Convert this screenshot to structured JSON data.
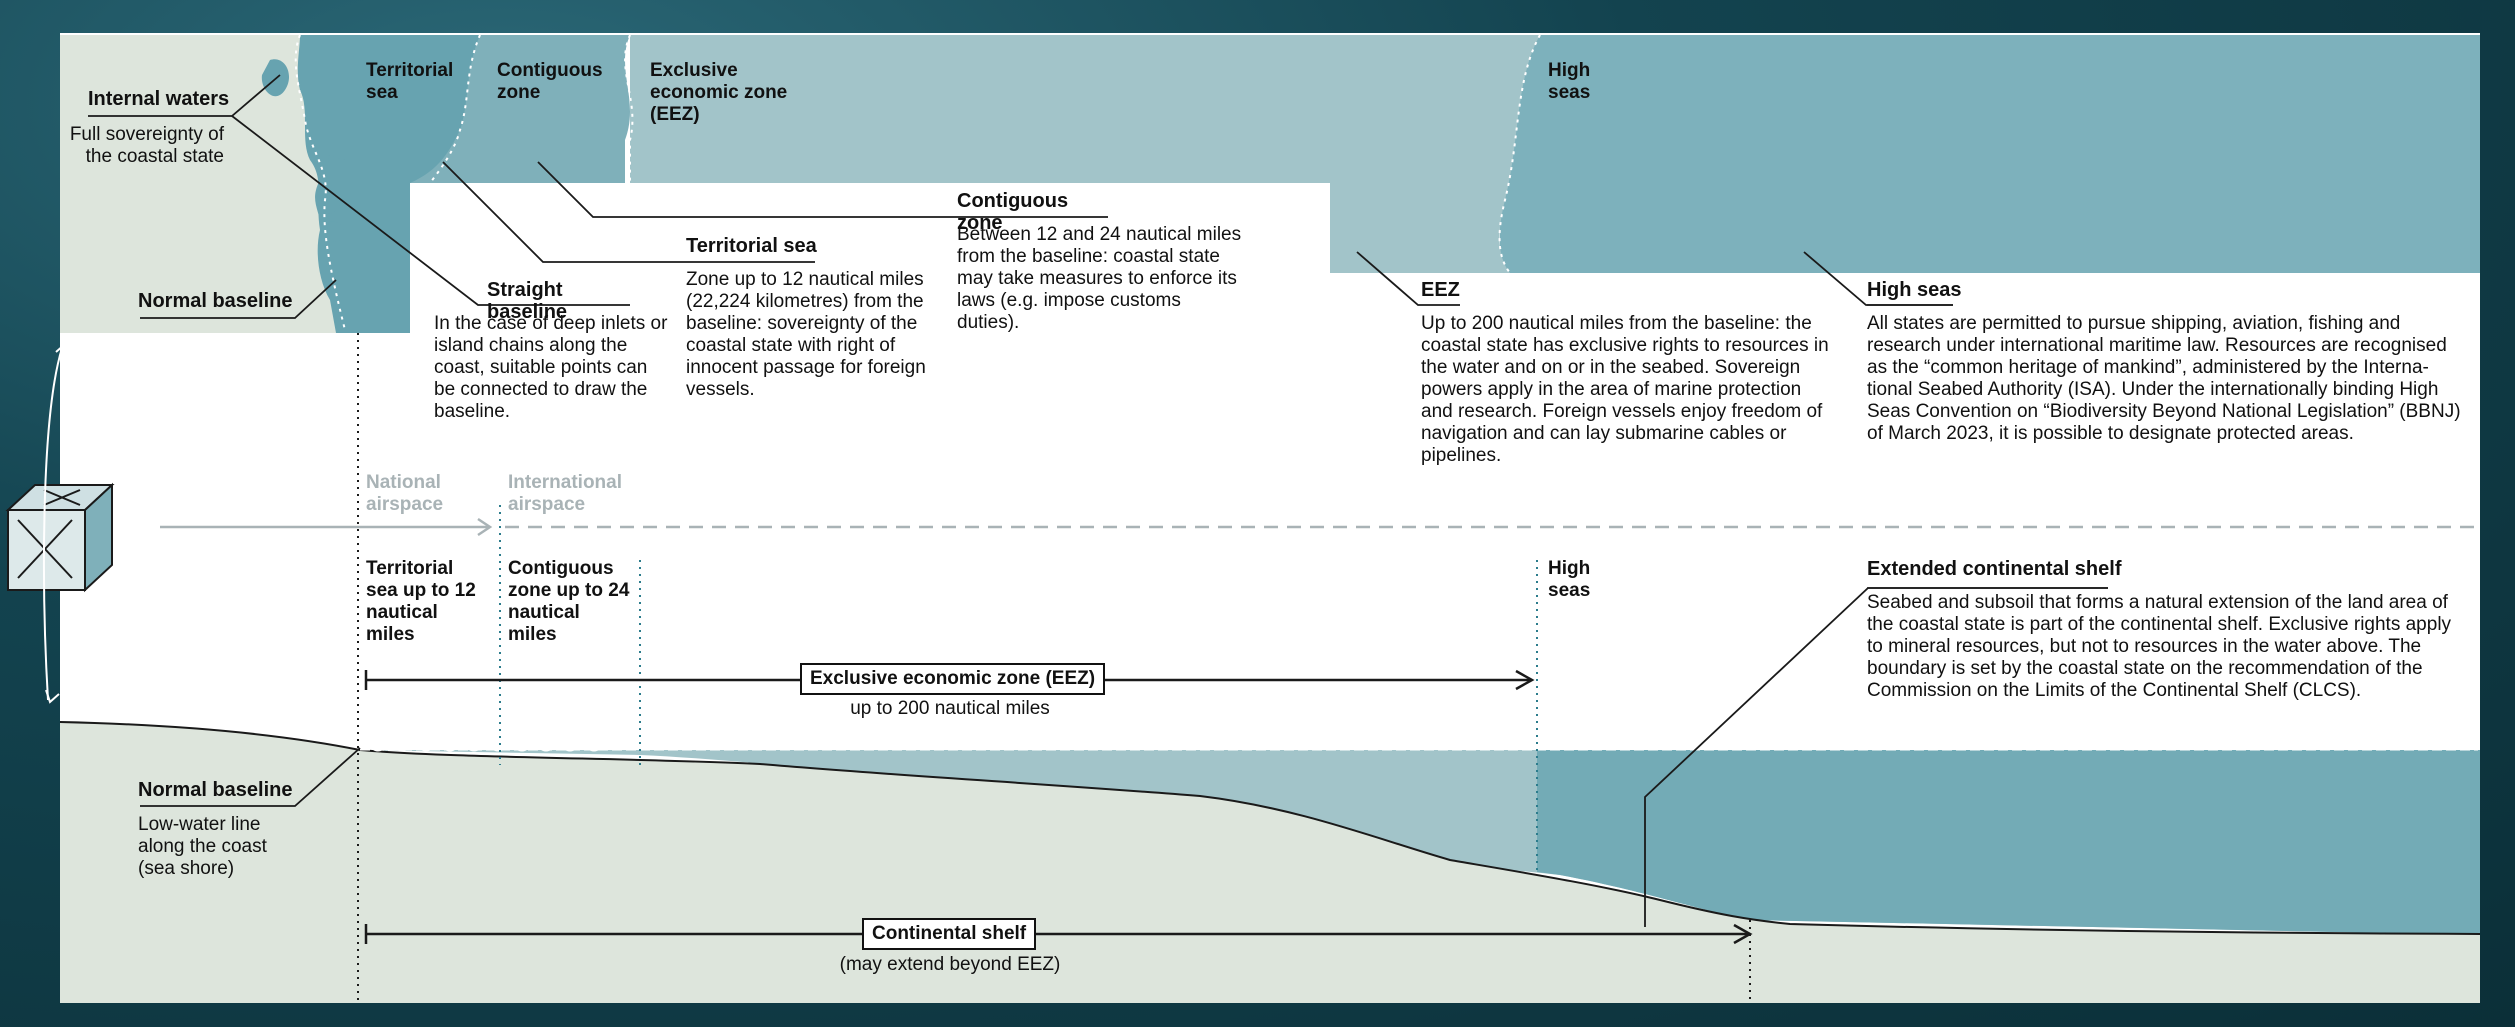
{
  "colors": {
    "land": "#dde5dc",
    "territorial": "#67a3b0",
    "contiguous": "#7fb0ba",
    "eez": "#a2c4c9",
    "high_seas": "#7db1bc",
    "water_deep": "#73abb6",
    "line": "#1a1a1a",
    "grey_text": "#a9b3b6"
  },
  "top_zones": {
    "territorial": "Territorial sea",
    "contiguous": "Contiguous zone",
    "eez": "Exclusive economic zone (EEZ)",
    "high": "High seas"
  },
  "internal_waters": {
    "title": "Internal waters",
    "desc": "Full sovereignty of the coastal state"
  },
  "normal_baseline_top": "Normal baseline",
  "straight_baseline": {
    "title": "Straight baseline",
    "desc": "In the case of deep inlets or island chains along the coast, suitable points can be connected to draw the baseline."
  },
  "territorial_sea": {
    "title": "Territorial sea",
    "desc": "Zone up to 12 nautical miles (22,224 kilometres) from the baseline: sover­eignty of the coastal state with right of innocent pas­sage for foreign vessels."
  },
  "contiguous_zone": {
    "title": "Contiguous zone",
    "desc": "Between 12 and 24 nautical miles from the baseline: coastal state may take measures to enforce its laws (e.g. impose customs duties)."
  },
  "eez": {
    "title": "EEZ",
    "desc": "Up to 200 nautical miles from the baseline: the coastal state has exclusive rights to resources in the water and on or in the seabed. Sovereign powers apply in the area of marine protection and research. Foreign vessels enjoy freedom of navigation and can lay submarine cables or pipelines."
  },
  "high_seas": {
    "title": "High seas",
    "desc": "All states are permitted to pursue shipping, aviation, fishing and research under international maritime law. Resources are recognised as the “common heritage of mankind”, administered by the Interna­tional Seabed Authority (ISA). Under the internationally binding High Seas Convention on “Biodiversity Beyond National Legislation” (BBNJ) of March 2023, it is possible to designate protected areas."
  },
  "airspace": {
    "national": "National airspace",
    "international": "International airspace"
  },
  "section_labels": {
    "territorial": "Territorial sea up to 12 nautical miles",
    "contiguous": "Contiguous zone up to 24 nautical miles",
    "high": "High seas"
  },
  "extended_shelf": {
    "title": "Extended continental shelf",
    "desc": "Seabed and subsoil that forms a natural extension of the land area of the coastal state is part of the continental shelf. Exclusive rights apply to mineral resources, but not to resources in the water above. The boundary is set by the coastal state on the recommendation of the Commission on the Limits of the Continental Shelf (CLCS)."
  },
  "eez_range": {
    "label": "Exclusive economic zone (EEZ)",
    "sub": "up to 200 nautical miles"
  },
  "normal_baseline_bottom": {
    "title": "Normal baseline",
    "desc": "Low-water line along the coast (sea shore)"
  },
  "continental_shelf": {
    "label": "Continental shelf",
    "sub": "(may extend beyond EEZ)"
  }
}
